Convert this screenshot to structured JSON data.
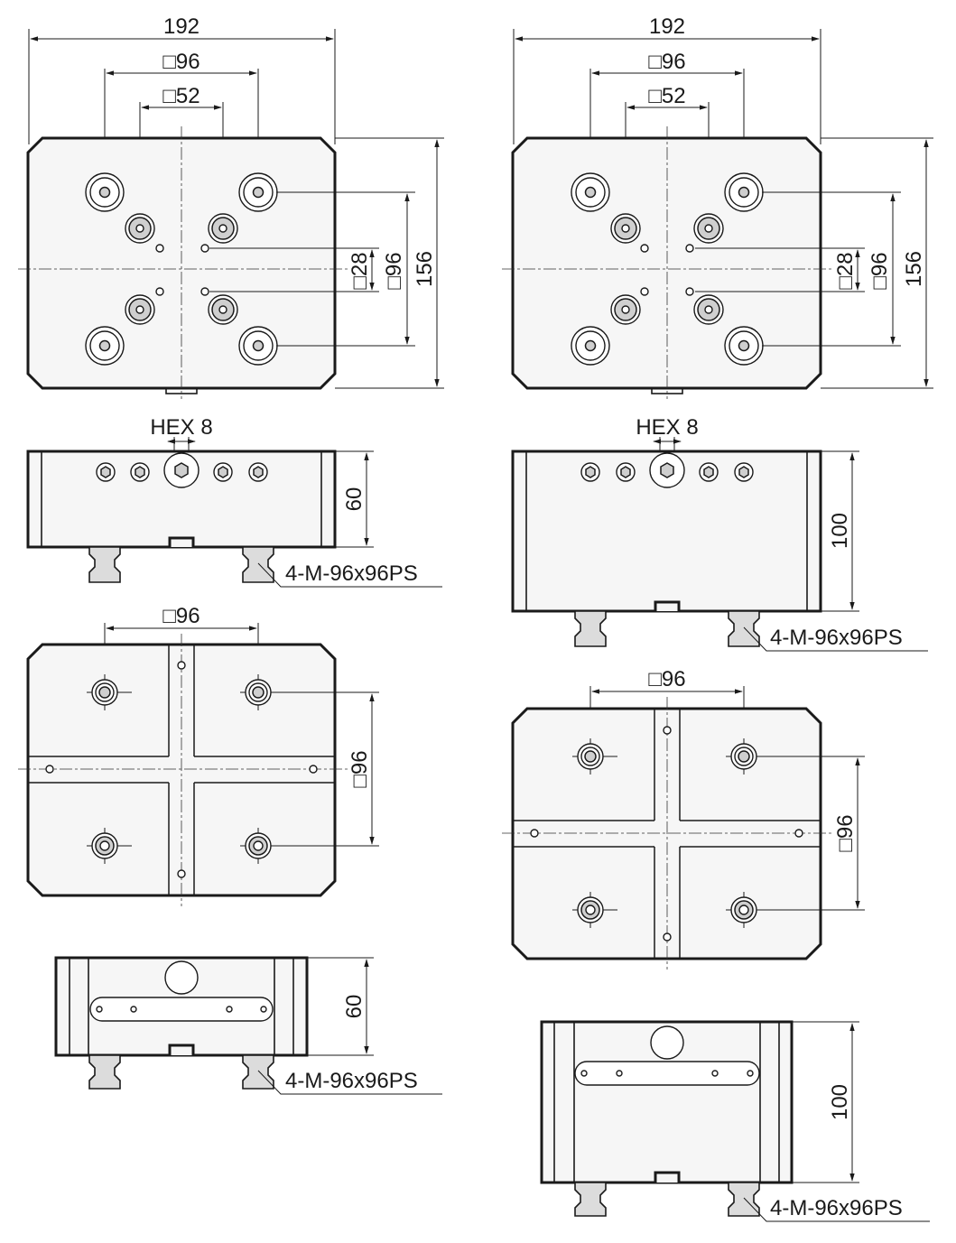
{
  "units_note": "",
  "left_column": {
    "top_view": {
      "width": "192",
      "outer_square": "□96",
      "inner_square": "□52",
      "height": "156",
      "v_outer_square": "□96",
      "v_inner_square": "□28"
    },
    "side_view_1": {
      "hex_label": "HEX 8",
      "height": "60",
      "pin_label": "4-M-96x96PS"
    },
    "bottom_view": {
      "h_square": "□96",
      "v_square": "□96"
    },
    "side_view_2": {
      "height": "60",
      "pin_label": "4-M-96x96PS"
    }
  },
  "right_column": {
    "top_view": {
      "width": "192",
      "outer_square": "□96",
      "inner_square": "□52",
      "height": "156",
      "v_outer_square": "□96",
      "v_inner_square": "□28"
    },
    "side_view_1": {
      "hex_label": "HEX 8",
      "height": "100",
      "pin_label": "4-M-96x96PS"
    },
    "bottom_view": {
      "h_square": "□96",
      "v_square": "□96"
    },
    "side_view_2": {
      "height": "100",
      "pin_label": "4-M-96x96PS"
    }
  }
}
